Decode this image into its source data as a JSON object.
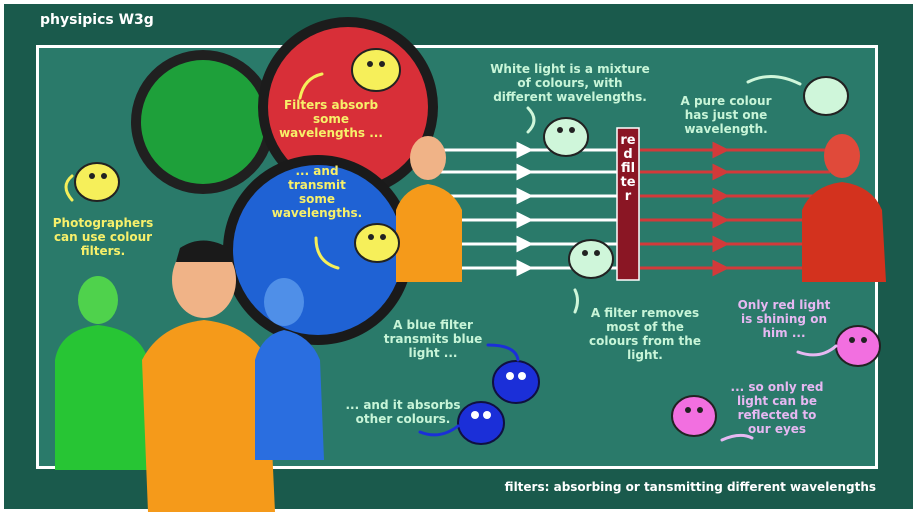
{
  "brand": "physipics W3g",
  "footer": "filters: absorbing or tansmitting different wavelengths",
  "filter_label": "red filter",
  "captions": {
    "filters_absorb": "Filters absorb\nsome\nwavelengths ...",
    "and_transmit": "... and\ntransmit\nsome\nwavelengths.",
    "photographers": "Photographers\ncan use colour\nfilters.",
    "white_light": "White light is a mixture\nof colours, with\ndifferent wavelengths.",
    "pure_colour": "A pure colour\nhas just one\nwavelength.",
    "filter_removes": "A filter removes\nmost of the\ncolours from the\nlight.",
    "blue_transmits": "A blue filter\ntransmits blue\nlight ...",
    "absorbs_other": "... and it absorbs\nother colours.",
    "only_red_shining": "Only red light\nis shining on\nhim ...",
    "only_red_reflected": "... so only red\nlight can be\nreflected to\nour eyes"
  },
  "colors": {
    "frame": "#1a5a4c",
    "board": "#2a7a6a",
    "yellow_text": "#f7f06a",
    "mint_text": "#c8f5d8",
    "lilac_text": "#e6b8f2",
    "filter_bar": "#8a1624",
    "red_light": "#d23a3a",
    "white_light": "#ffffff"
  }
}
